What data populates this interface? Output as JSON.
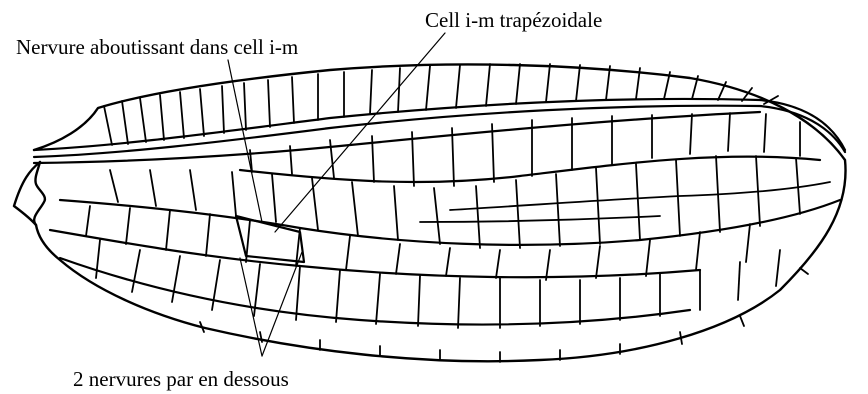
{
  "annotations": {
    "cell_im": "Cell i-m trapézoidale",
    "nervure_im": "Nervure aboutissant dans cell i-m",
    "two_nervures": "2 nervures par en dessous"
  },
  "colors": {
    "line": "#000000",
    "background": "#ffffff"
  }
}
